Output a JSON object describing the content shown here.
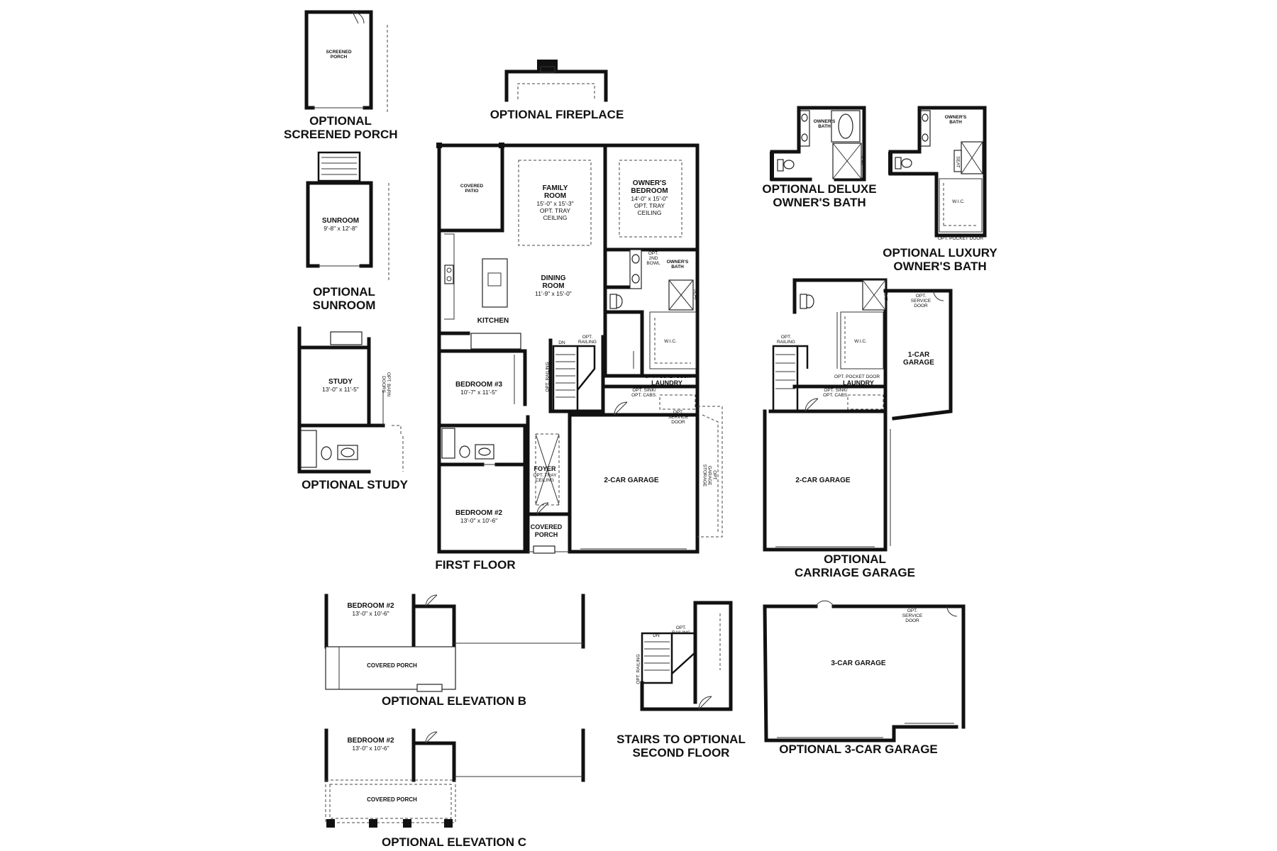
{
  "headings": {
    "screened_porch": [
      "OPTIONAL",
      "SCREENED PORCH"
    ],
    "fireplace": "OPTIONAL FIREPLACE",
    "sunroom": [
      "OPTIONAL",
      "SUNROOM"
    ],
    "study": "OPTIONAL STUDY",
    "first_floor": "FIRST FLOOR",
    "deluxe_bath": [
      "OPTIONAL DELUXE",
      "OWNER'S BATH"
    ],
    "luxury_bath": [
      "OPTIONAL LUXURY",
      "OWNER'S BATH"
    ],
    "carriage_garage": [
      "OPTIONAL",
      "CARRIAGE GARAGE"
    ],
    "elevation_b": "OPTIONAL ELEVATION B",
    "elevation_c": "OPTIONAL ELEVATION C",
    "stairs": [
      "STAIRS TO OPTIONAL",
      "SECOND FLOOR"
    ],
    "three_car": "OPTIONAL 3-CAR GARAGE"
  },
  "rooms": {
    "screened_porch": [
      "SCREENED",
      "PORCH"
    ],
    "sunroom": {
      "name": "SUNROOM",
      "dim": "9'-8\" x 12'-8\""
    },
    "study": {
      "name": "STUDY",
      "dim": "13'-0\" x 11'-5\""
    },
    "covered_patio": [
      "COVERED",
      "PATIO"
    ],
    "family_room": {
      "name": [
        "FAMILY",
        "ROOM"
      ],
      "dim": "15'-0\" x 15'-3\"",
      "note": [
        "OPT. TRAY",
        "CEILING"
      ]
    },
    "owners_bedroom": {
      "name": [
        "OWNER'S",
        "BEDROOM"
      ],
      "dim": "14'-0\" x 15'-0\"",
      "note": [
        "OPT. TRAY",
        "CEILING"
      ]
    },
    "dining_room": {
      "name": [
        "DINING",
        "ROOM"
      ],
      "dim": "11'-9\" x 15'-0\""
    },
    "kitchen": "KITCHEN",
    "owners_bath": [
      "OWNER'S",
      "BATH"
    ],
    "opt_2nd_bowl": [
      "OPT.",
      "2ND",
      "BOWL"
    ],
    "wic": "W.I.C.",
    "laundry": "LAUNDRY",
    "opt_pocket_door": "OPT. POCKET DOOR",
    "opt_sink_cabs": [
      "OPT. SINK/",
      "OPT. CABS."
    ],
    "bedroom3": {
      "name": "BEDROOM #3",
      "dim": "10'-7\" x 11'-5\""
    },
    "bedroom2": {
      "name": "BEDROOM #2",
      "dim": "13'-0\" x 10'-6\""
    },
    "foyer": {
      "name": "FOYER",
      "note": [
        "OPT. TRAY",
        "CEILING"
      ]
    },
    "covered_porch": [
      "COVERED",
      "PORCH"
    ],
    "two_car_garage": "2-CAR GARAGE",
    "one_car_garage": [
      "1-CAR",
      "GARAGE"
    ],
    "three_car_garage": "3-CAR GARAGE",
    "opt_service_door": [
      "OPT.",
      "SERVICE",
      "DOOR"
    ],
    "opt_garage_storage": [
      "OPT.",
      "GARAGE",
      "STORAGE"
    ],
    "dn": "DN",
    "opt_railing": [
      "OPT.",
      "RAILING"
    ],
    "opt_railing_v": "OPT. RAILING",
    "opt_barn_doors": [
      "OPT. BARN",
      "DOORS"
    ],
    "seat": "SEAT",
    "covered_porch_one": "COVERED PORCH"
  }
}
